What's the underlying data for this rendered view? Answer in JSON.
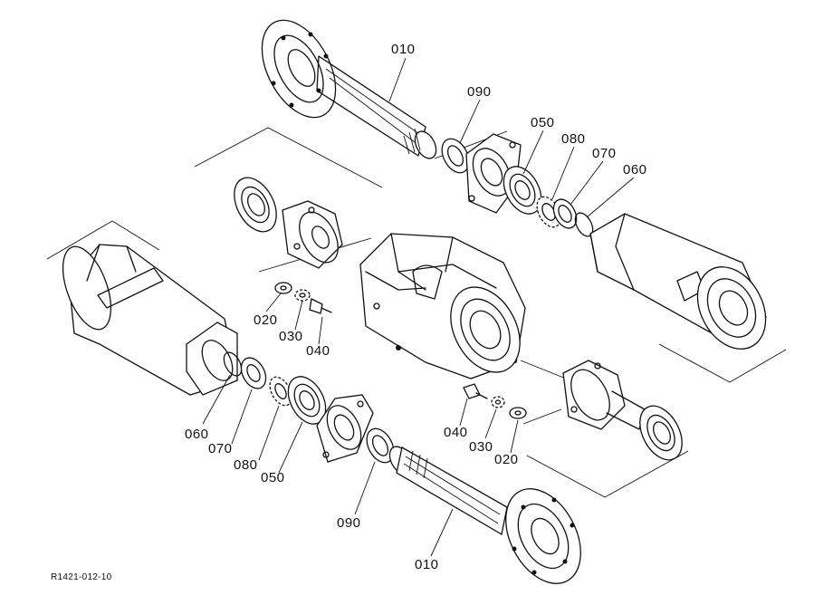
{
  "callouts": {
    "top_shaft": "010",
    "top_seal": "090",
    "top_bearing": "050",
    "top_lockwasher": "080",
    "top_locknut": "070",
    "top_snapring": "060",
    "left_washer": "020",
    "left_lockwasher": "030",
    "left_bolt": "040",
    "bottom_snapring": "060",
    "bottom_locknut": "070",
    "bottom_lockwasher": "080",
    "bottom_bearing": "050",
    "bottom_seal": "090",
    "bottom_shaft": "010",
    "right_bolt": "040",
    "right_lockwasher": "030",
    "right_washer": "020"
  },
  "figure_code": "R1421-012-10"
}
